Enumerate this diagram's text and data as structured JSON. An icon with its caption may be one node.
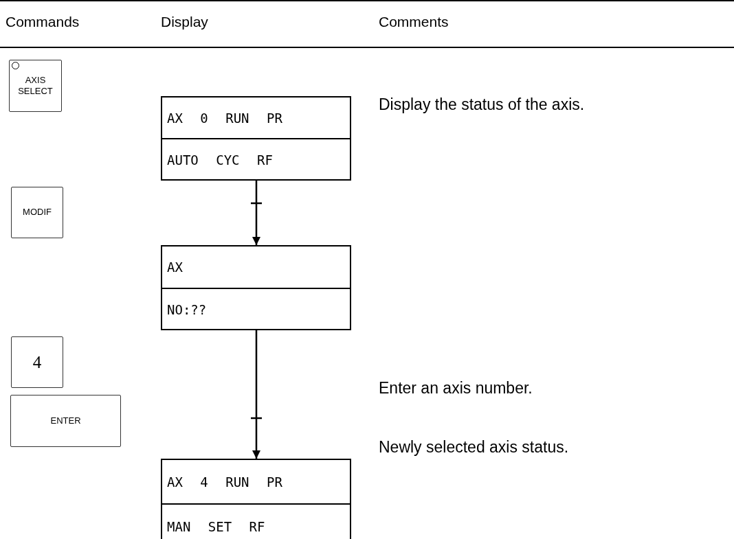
{
  "diagram": {
    "nodes": [
      {
        "text": [
          "AXIS SELECT"
        ]
      },
      {
        "text": [
          "MODIF"
        ]
      },
      {
        "text": [
          "4"
        ]
      },
      {
        "text": [
          "ENTER"
        ]
      },
      {
        "text": [
          "AX 0 RUN PR",
          "AUTO CYC RF"
        ]
      },
      {
        "text": [
          "AX",
          "NO:??"
        ]
      },
      {
        "text": [
          "AX 4 RUN PR",
          "MAN SET RF"
        ]
      }
    ],
    "edges": [
      {
        "from": 4,
        "to": 5,
        "arrow": "to"
      },
      {
        "from": 5,
        "to": 6,
        "arrow": "to"
      }
    ],
    "labels": [
      "Commands",
      "Display",
      "Comments",
      "Display the status of the axis.",
      "Enter an axis number.",
      "Newly selected axis status."
    ]
  }
}
